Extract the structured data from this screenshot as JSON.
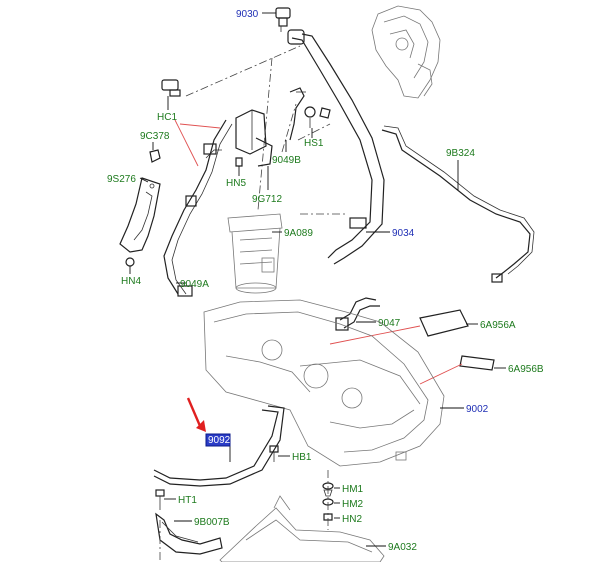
{
  "labels": {
    "p9030": "9030",
    "hc1": "HC1",
    "p9c378": "9C378",
    "p9s276": "9S276",
    "hn4": "HN4",
    "hn5": "HN5",
    "p9049b": "9049B",
    "hs1": "HS1",
    "p9g712": "9G712",
    "p9a089": "9A089",
    "p9049a": "9049A",
    "p9034": "9034",
    "p9b324": "9B324",
    "p9047": "9047",
    "p6a956a": "6A956A",
    "p6a956b": "6A956B",
    "p9002": "9002",
    "hb1": "HB1",
    "ht1": "HT1",
    "p9b007b": "9B007B",
    "hm1": "HM1",
    "hm2": "HM2",
    "hn2": "HN2",
    "p9a032": "9A032"
  },
  "highlight": {
    "label": "9092",
    "color": "#2a3cc7",
    "arrow_color": "#e02020"
  },
  "colors": {
    "green_label": "#1d7a1d",
    "blue_label": "#1f2fb5",
    "red_leader": "#e05050"
  }
}
